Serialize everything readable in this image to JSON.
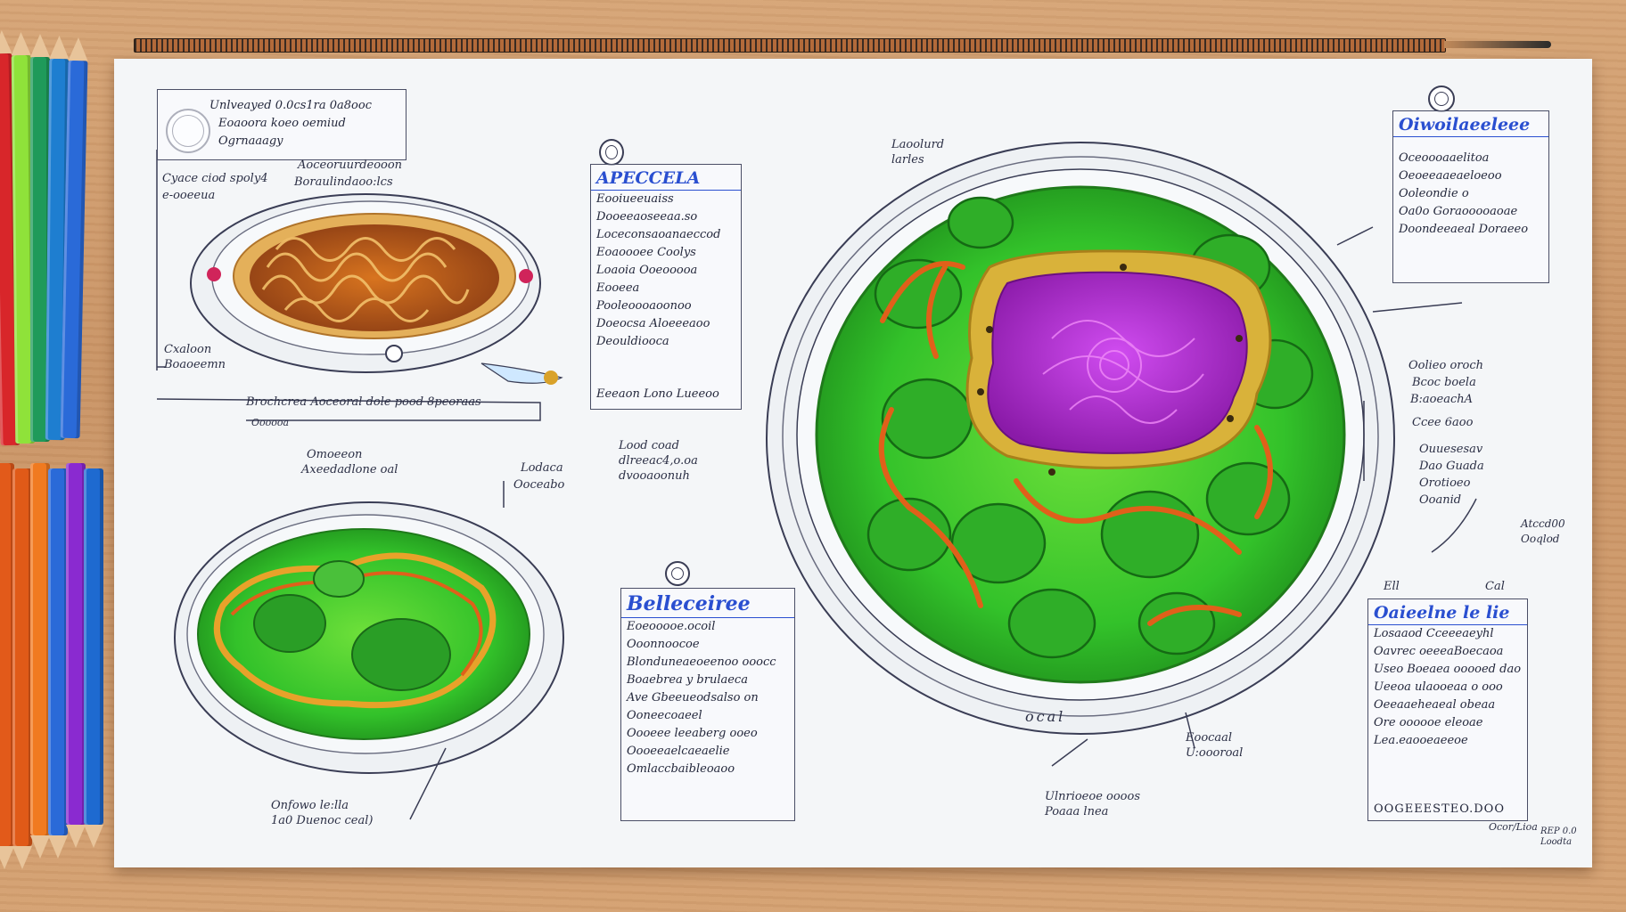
{
  "scene": {
    "colors": {
      "desk": "#d4a172",
      "paper": "#f4f6f8",
      "ink": "#2b2f45",
      "heading_blue": "#2a4fd0",
      "cell_green": "#3cc82a",
      "nucleus_purple": "#b23ed0",
      "membrane_orange": "#e06a1a",
      "gold": "#d9b23a"
    }
  },
  "pencils": {
    "colors_top": [
      "#d8262a",
      "#8fe23a",
      "#1f9a5a",
      "#1e7ed0",
      "#2a6ad8"
    ],
    "colors_bottom": [
      "#e25a1a",
      "#e05a18",
      "#f07a20",
      "#2a6ad8",
      "#8a2ad0",
      "#1e6ad0"
    ]
  },
  "diagram": {
    "top_left_box": [
      "Unlveayed 0.0cs1ra 0a8ooc",
      "Eoaoora koeo oemiud",
      "Ogrnaaagy"
    ],
    "top_left_labels": [
      "Cyace ciod spoly4",
      "e-ooeeua",
      "Aoceoruurdeooon",
      "Boraulindaoo:lcs"
    ],
    "mito_label": "Cxaloon\nBoaoeemn",
    "caption_line": "Brochcrea Aoceoral dole pood 8peoraas",
    "caption_sub": "Oooooa",
    "chloro_labels": [
      "Omoeeon",
      "Axeedadlone oal",
      "Lodaca",
      "Ooceabo"
    ],
    "bottom_left_caption": "Onfowo le:lla\n1a0 Duenoc ceal)",
    "center_text": "Lood coad\ndlreeac4,o.oa\ndvooaoonuh",
    "cell_top_label": "Laoolurd\nlarles",
    "cell_bottom_label": "Eoocaal\nU:oooroal",
    "cell_bottom_caption": "Ulnrioeoe oooos\nPoaaa lnea",
    "ring_text": "ocal",
    "right_mid_labels": [
      "Oolieo oroch",
      "Bcoc boela",
      "B:aoeachA",
      "Ccee 6aoo",
      "Ouuesesav",
      "Dao Guada",
      "Orotioeo",
      "Ooanid"
    ],
    "right_corner_label": "Atccd00\nOoqlod",
    "right_small_label": "Ell",
    "right_small_label2": "Cal",
    "bottom_right_tag": "OOGEEESTEO.DOO",
    "corner_tiny": "Ocor/Lioa",
    "corner_tiny2": "REP 0.0\nLoodta"
  },
  "boxes": {
    "box_mid": {
      "heading": "APECCELA",
      "lines": [
        "Eooiueeuaiss",
        "Dooeeaoseeaa.so",
        "Loceconsaoanaeccod",
        "Eoaoooee Coolys",
        "Loaoia Ooeooooa",
        "Eooeea",
        "Pooleoooaoonoo",
        "Doeocsa Aloeeeaoo",
        "Deouldiooca"
      ],
      "footer": "Eeeaon Lono Lueeoo"
    },
    "box_bottom_mid": {
      "heading": "Belleceiree",
      "lines": [
        "Eoeooooe.ocoil",
        "Ooonnoocoe",
        "Blonduneaeoeenoo ooocc",
        "Boaebrea y brulaeca",
        "",
        "Ave Gbeeueodsalso on",
        "Ooneecoaeel",
        "Oooeee leeaberg ooeo",
        "Oooeeaelcaeaelie",
        "Omlaccbaibleoaoo"
      ]
    },
    "box_top_right": {
      "heading": "Oiwoilaeeleee",
      "lines": [
        "Oceoooaaelitoa",
        "Oeoeeaaeaeloeoo",
        "Ooleondie o",
        "Oa0o Goraooooaoae",
        "Doondeeaeal Doraeeo"
      ]
    },
    "box_bottom_right": {
      "heading": "Oaieelne le lie",
      "lines": [
        "Losaaod Cceeeaeyhl",
        "Oavrec oeeeaBoecaoa",
        "Useo Boeaea ooooed dao",
        "Ueeoa ulaooeaa o ooo",
        "Oeeaaeheaeal obeaa",
        "Ore oooooe eleoae",
        "Lea.eaooeaeeoe"
      ]
    }
  }
}
